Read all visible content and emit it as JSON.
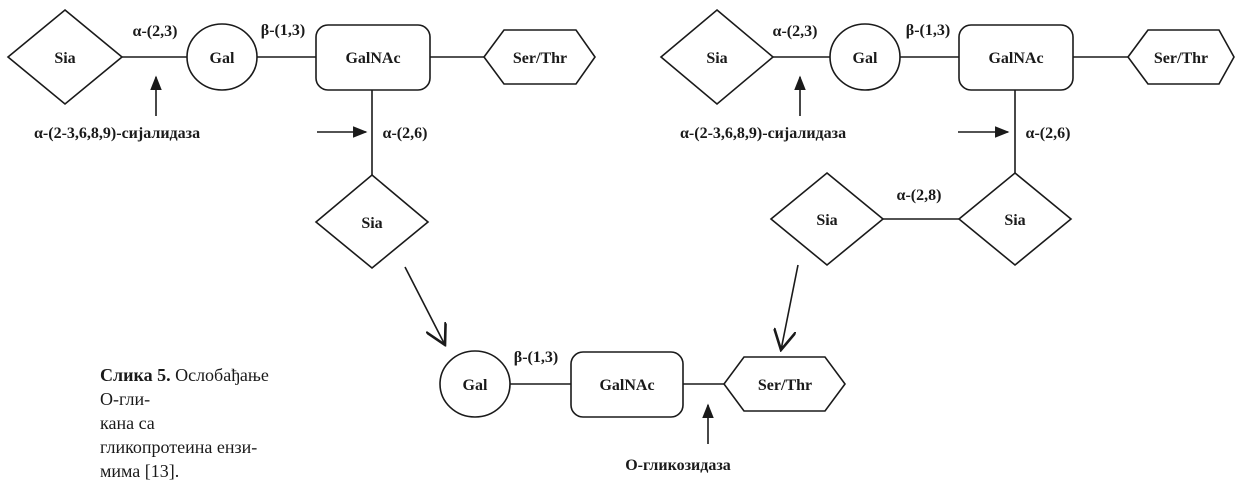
{
  "labels": {
    "sia": "Sia",
    "gal": "Gal",
    "galnac": "GalNAc",
    "ser_thr": "Ser/Thr"
  },
  "linkages": {
    "a23": "α-(2,3)",
    "b13": "β-(1,3)",
    "a26": "α-(2,6)",
    "a28": "α-(2,8)"
  },
  "enzymes": {
    "sialidase": "α-(2-3,6,8,9)-сијалидаза",
    "o_glycosidase": "О-гликозидаза"
  },
  "caption": {
    "number": "Слика 5.",
    "line1": "Ослобађање О-гли-",
    "line2": "кана са гликопротеина ензи-",
    "line3": "мима [13]."
  }
}
